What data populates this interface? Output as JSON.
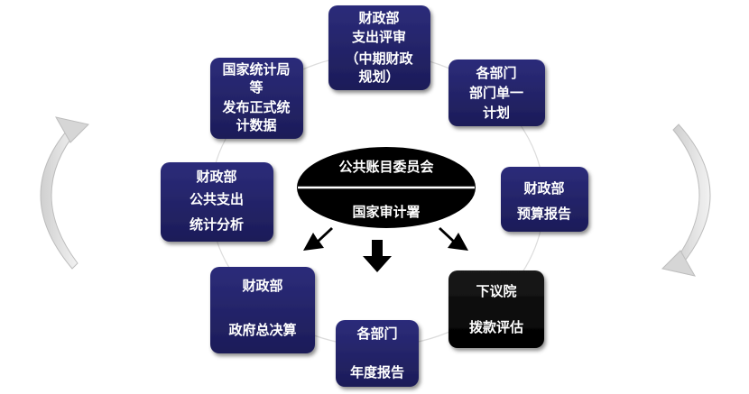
{
  "diagram": {
    "center": {
      "top_label": "公共账目委员会",
      "bottom_label": "国家审计署"
    },
    "nodes": [
      {
        "id": "mof-review",
        "lines": [
          "财政部",
          "支出评审",
          "（中期财政",
          "规划）"
        ],
        "color": "#222266"
      },
      {
        "id": "dept-plan",
        "lines": [
          "各部门",
          "部门单一",
          "计划"
        ],
        "color": "#222266"
      },
      {
        "id": "mof-budget-report",
        "lines": [
          "财政部",
          "预算报告"
        ],
        "color": "#222266"
      },
      {
        "id": "lower-house",
        "lines": [
          "下议院",
          "拨款评估"
        ],
        "color": "#000000"
      },
      {
        "id": "dept-annual",
        "lines": [
          "各部门",
          "",
          "年度报告"
        ],
        "color": "#222266"
      },
      {
        "id": "mof-final-accounts",
        "lines": [
          "财政部",
          "",
          "政府总决算"
        ],
        "color": "#222266"
      },
      {
        "id": "mof-analysis",
        "lines": [
          "财政部",
          "公共支出",
          "统计分析"
        ],
        "color": "#222266"
      },
      {
        "id": "stats-bureau",
        "lines": [
          "国家统计局",
          "等",
          "发布正式统",
          "计数据"
        ],
        "color": "#222266"
      }
    ]
  }
}
